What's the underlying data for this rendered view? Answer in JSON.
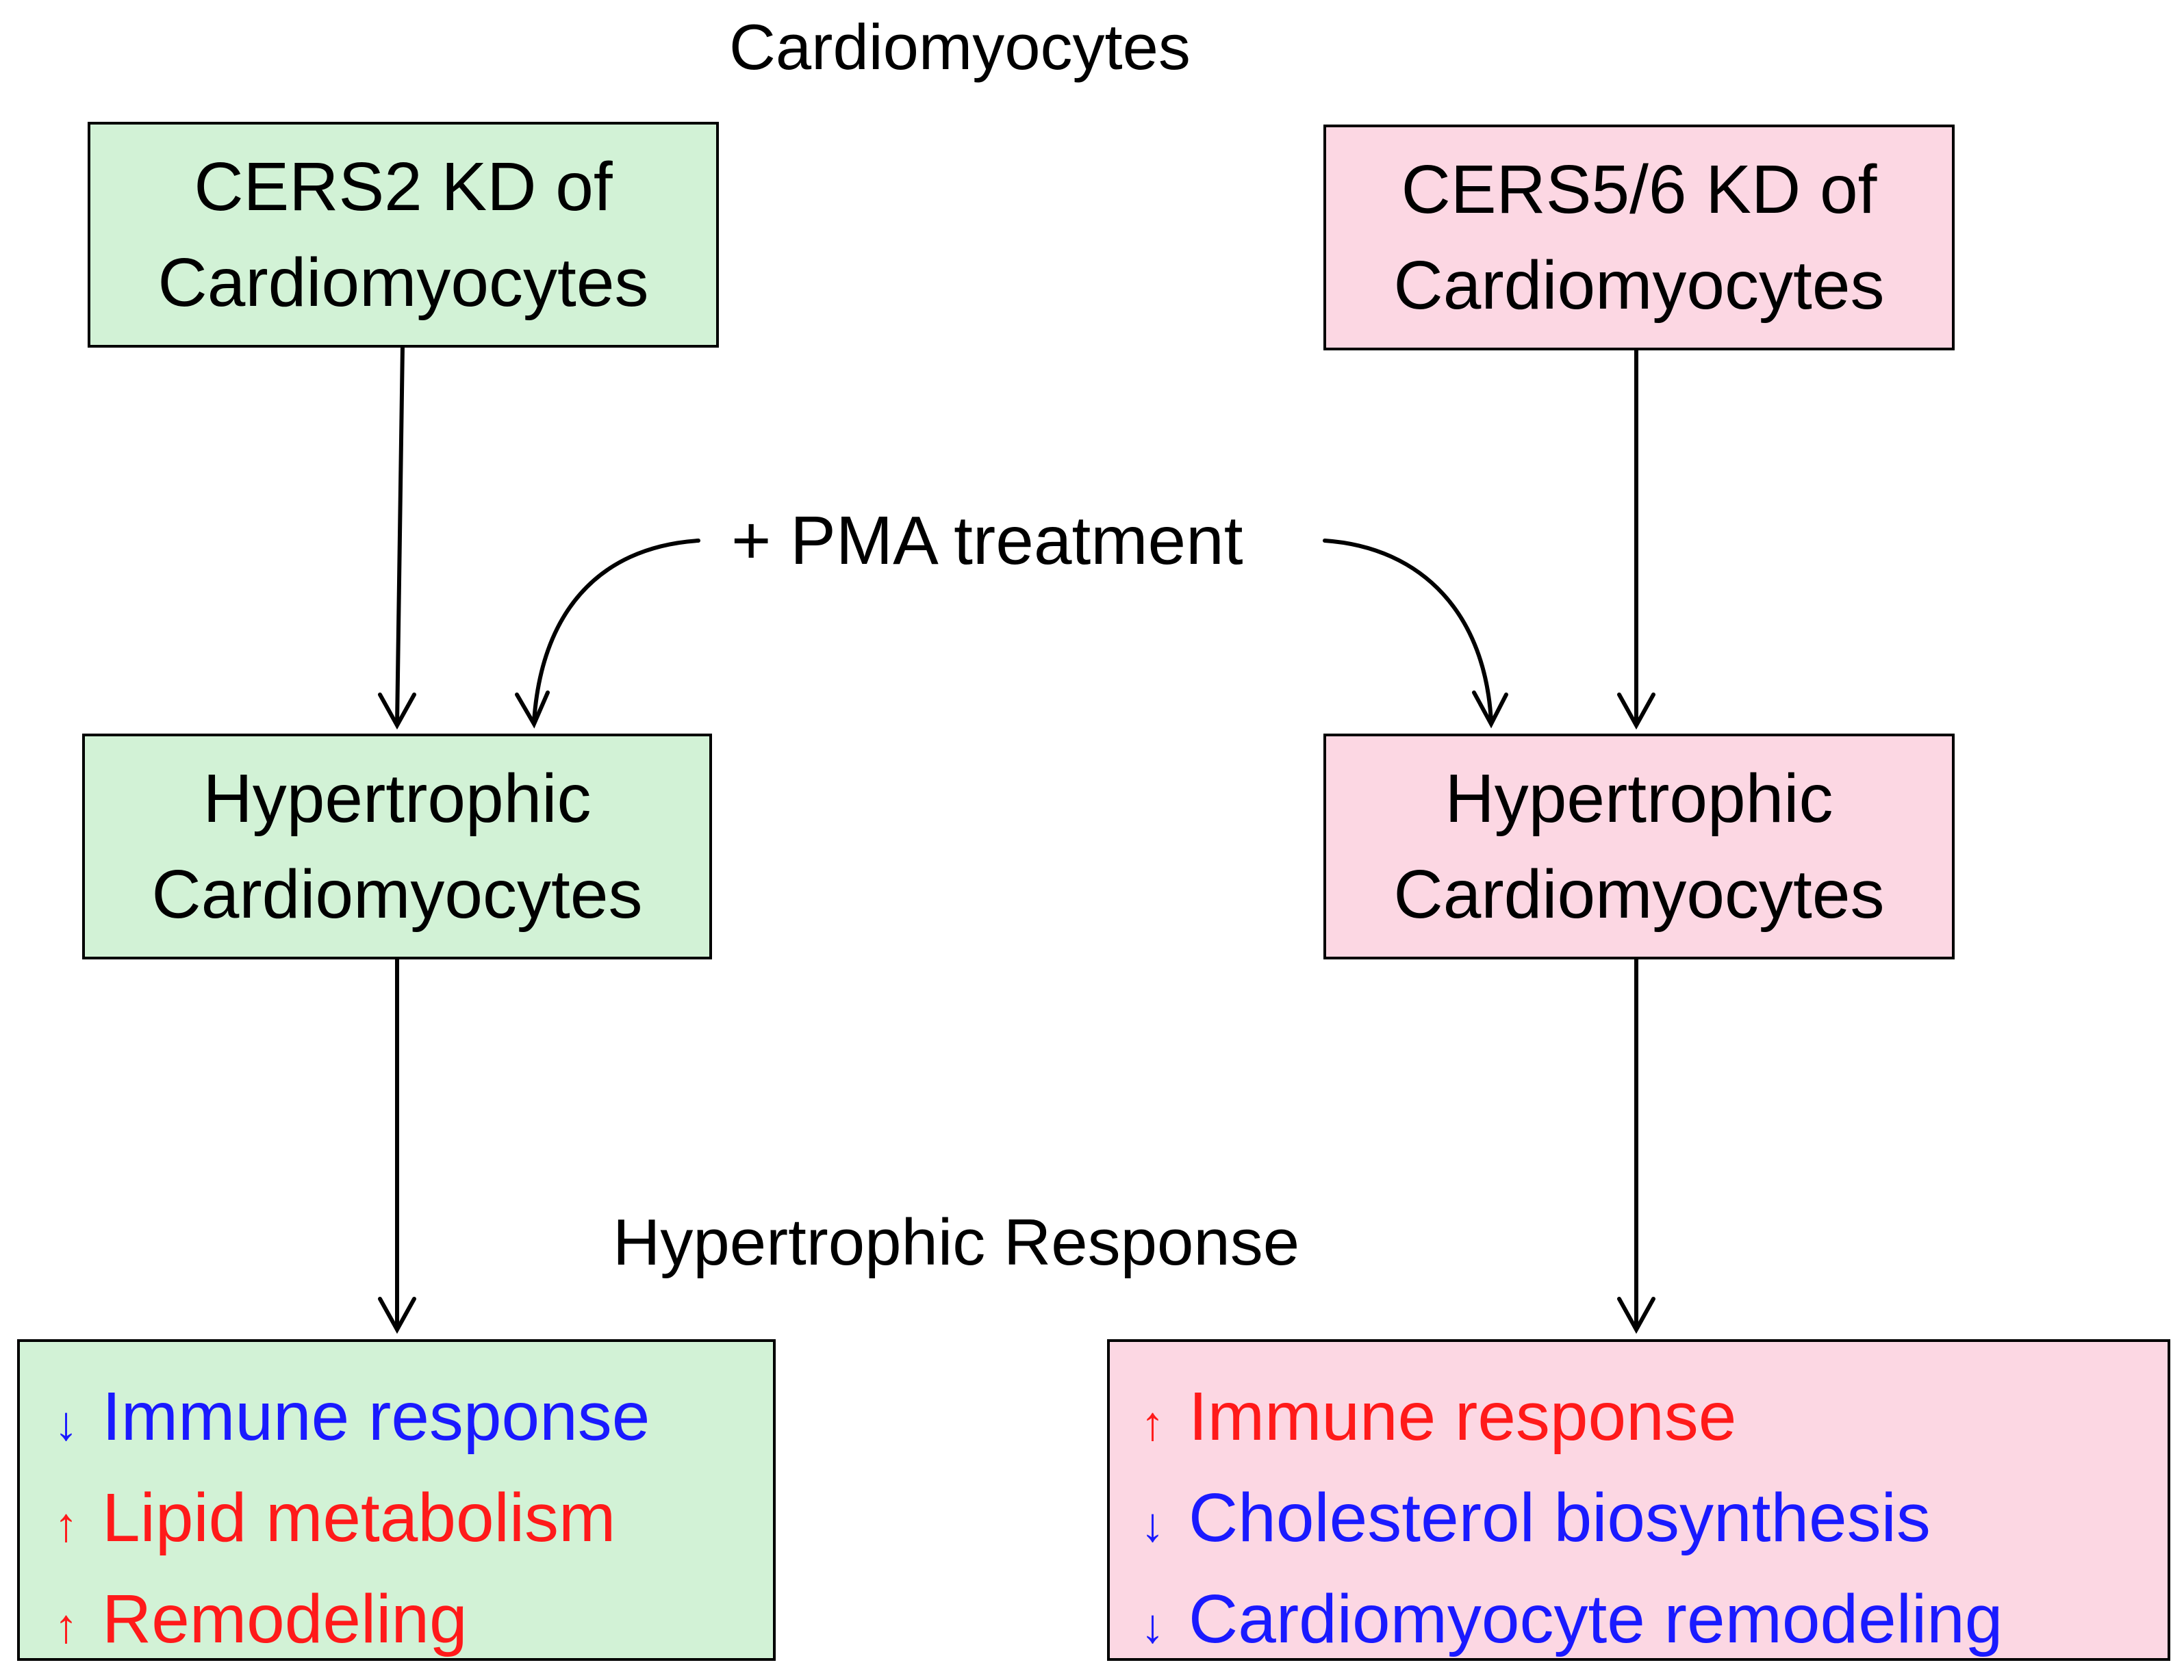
{
  "top_label": "Cardiomyocytes",
  "treatment_label": "+ PMA treatment",
  "response_label": "Hypertrophic Response",
  "left": {
    "knockdown": [
      "CERS2 KD of",
      "Cardiomyocytes"
    ],
    "hypertrophic": [
      "Hypertrophic",
      "Cardiomyocytes"
    ],
    "outcomes": [
      {
        "arrow": "↓",
        "text": "Immune response",
        "direction": "down"
      },
      {
        "arrow": "↑",
        "text": "Lipid metabolism",
        "direction": "up"
      },
      {
        "arrow": "↑",
        "text": "Remodeling",
        "direction": "up"
      }
    ]
  },
  "right": {
    "knockdown": [
      "CERS5/6 KD of",
      "Cardiomyocytes"
    ],
    "hypertrophic": [
      "Hypertrophic",
      "Cardiomyocytes"
    ],
    "outcomes": [
      {
        "arrow": "↑",
        "text": "Immune response",
        "direction": "up"
      },
      {
        "arrow": "↓",
        "text": "Cholesterol biosynthesis",
        "direction": "down"
      },
      {
        "arrow": "↓",
        "text": "Cardiomyocyte remodeling",
        "direction": "down"
      }
    ]
  },
  "colors": {
    "left_fill": "#d2f2d6",
    "right_fill": "#fcd7e3",
    "up": "#ff1a1a",
    "down": "#1a1aff"
  }
}
